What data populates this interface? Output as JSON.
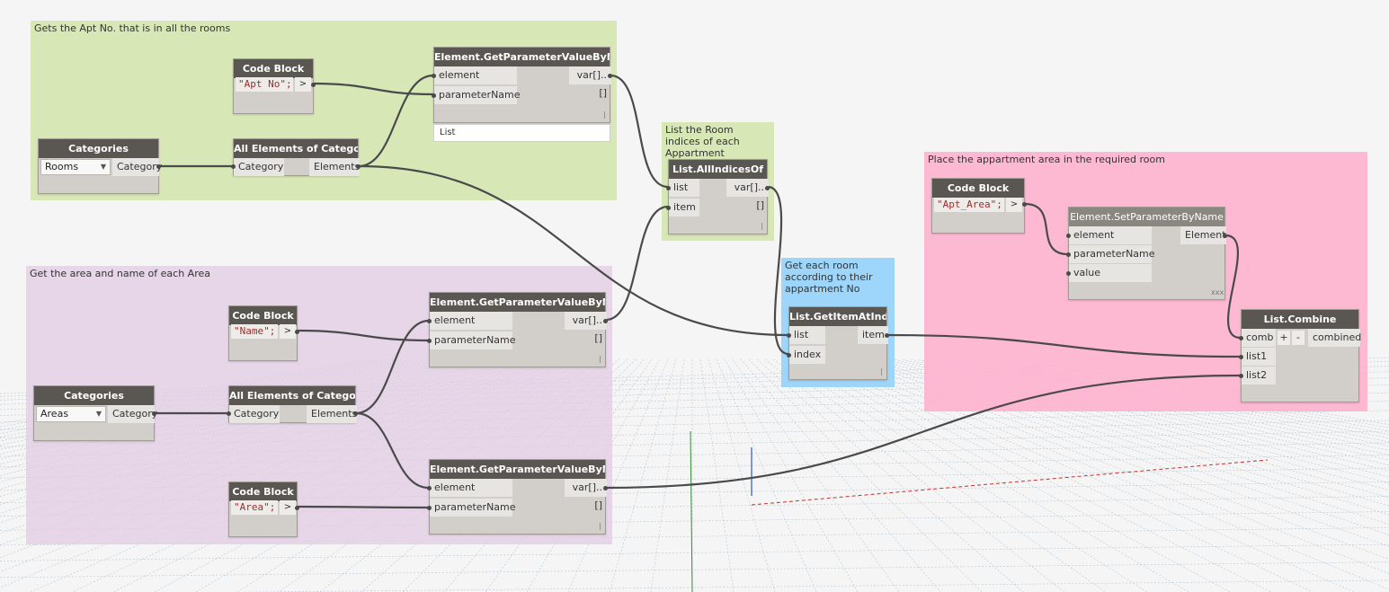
{
  "groups": {
    "apt_rooms": "Gets the Apt No. that is in all the rooms",
    "area_name": "Get the area and name of each Area",
    "indices": "List the Room indices of each Appartment",
    "room_by_apt": "Get each room according to their appartment No",
    "place_area": "Place the appartment area in the required room"
  },
  "nodes": {
    "code_block_apt": {
      "title": "Code Block",
      "code": "\"Apt No\";",
      "out": ">"
    },
    "code_block_name": {
      "title": "Code Block",
      "code": "\"Name\";",
      "out": ">"
    },
    "code_block_area": {
      "title": "Code Block",
      "code": "\"Area\";",
      "out": ">"
    },
    "code_block_aptarea": {
      "title": "Code Block",
      "code": "\"Apt_Area\";",
      "out": ">"
    },
    "categories_rooms": {
      "title": "Categories",
      "selected": "Rooms",
      "out": "Category"
    },
    "categories_areas": {
      "title": "Categories",
      "selected": "Areas",
      "out": "Category"
    },
    "all_elements_rooms": {
      "title": "All Elements of Category",
      "in": "Category",
      "out": "Elements"
    },
    "all_elements_areas": {
      "title": "All Elements of Category",
      "in": "Category",
      "out": "Elements"
    },
    "get_param_apt": {
      "title": "Element.GetParameterValueByName",
      "in1": "element",
      "in2": "parameterName",
      "out": "var[]..[]",
      "preview": "List"
    },
    "get_param_name": {
      "title": "Element.GetParameterValueByName",
      "in1": "element",
      "in2": "parameterName",
      "out": "var[]..[]"
    },
    "get_param_area": {
      "title": "Element.GetParameterValueByName",
      "in1": "element",
      "in2": "parameterName",
      "out": "var[]..[]"
    },
    "all_indices_of": {
      "title": "List.AllIndicesOf",
      "in1": "list",
      "in2": "item",
      "out": "var[]..[]"
    },
    "get_item_at_index": {
      "title": "List.GetItemAtIndex",
      "in1": "list",
      "in2": "index",
      "out": "item"
    },
    "set_param": {
      "title": "Element.SetParameterByName",
      "in1": "element",
      "in2": "parameterName",
      "in3": "value",
      "out": "Element",
      "lacing": "xxx"
    },
    "list_combine": {
      "title": "List.Combine",
      "in1": "comb",
      "add": "+",
      "remove": "-",
      "in2": "list1",
      "in3": "list2",
      "out": "combined"
    }
  },
  "colors": {
    "node_header": "#5a5652",
    "node_body": "#d2cfcb",
    "wire": "#4a4a4a",
    "group_green": "#d2e4aa",
    "group_purple": "#e1cde4",
    "group_blue": "#91d2fa",
    "group_pink": "#ffb0cd"
  }
}
